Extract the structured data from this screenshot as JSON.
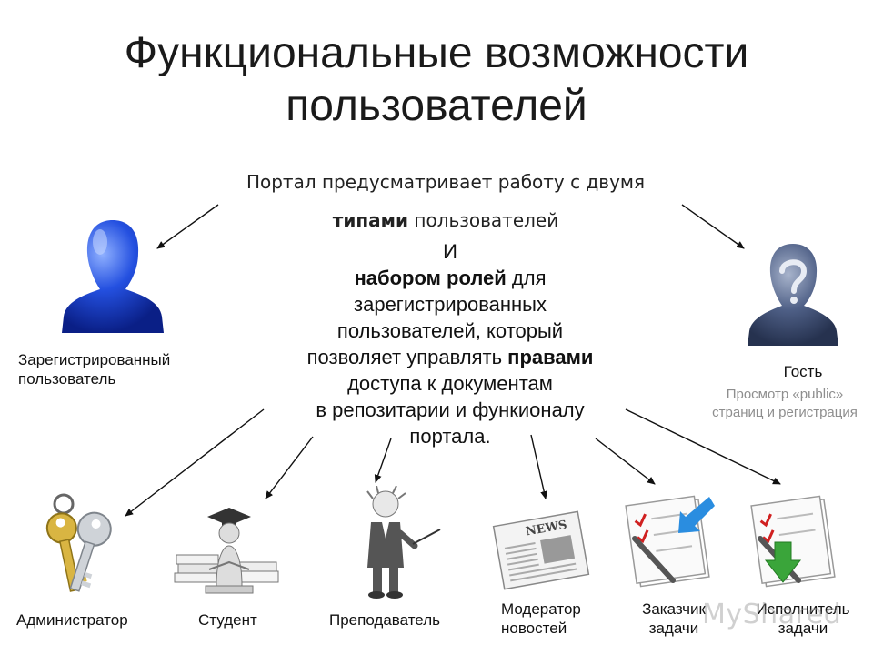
{
  "title": {
    "line1": "Функциональные возможности",
    "line2": "пользователей"
  },
  "intro": {
    "line1": "Портал предусматривает работу с двумя",
    "line2_bold": "типами",
    "line2_rest": " пользователей"
  },
  "center": {
    "line1": "И",
    "line2_bold": "набором ролей",
    "line2_rest": " для",
    "line3": "зарегистрированных",
    "line4": "пользователей, который",
    "line5_pre": "позволяет управлять ",
    "line5_bold": "правами",
    "line6": "доступа к документам",
    "line7": "в репозитарии и функионалу",
    "line8": "портала."
  },
  "user_types": {
    "registered": {
      "line1": "Зарегистрированный",
      "line2": "пользователь"
    },
    "guest": {
      "label": "Гость",
      "note_line1": "Просмотр «public»",
      "note_line2": "страниц и регистрация"
    }
  },
  "roles": {
    "admin": {
      "label": "Администратор"
    },
    "student": {
      "label": "Студент"
    },
    "teacher": {
      "label": "Преподаватель"
    },
    "moderator": {
      "line1": "Модератор",
      "line2": "новостей"
    },
    "customer": {
      "line1": "Заказчик",
      "line2": "задачи"
    },
    "executor": {
      "line1": "Исполнитель",
      "line2": "задачи"
    }
  },
  "newspaper_text": "NEWS",
  "watermark": "MyShared",
  "colors": {
    "registered_user_blue": "#1a3fc9",
    "guest_gray_blue": "#4a5d85",
    "key_gold": "#c9a227",
    "check_red": "#d02020",
    "arrow_blue": "#2a8de0",
    "arrow_green": "#3aa53a"
  }
}
